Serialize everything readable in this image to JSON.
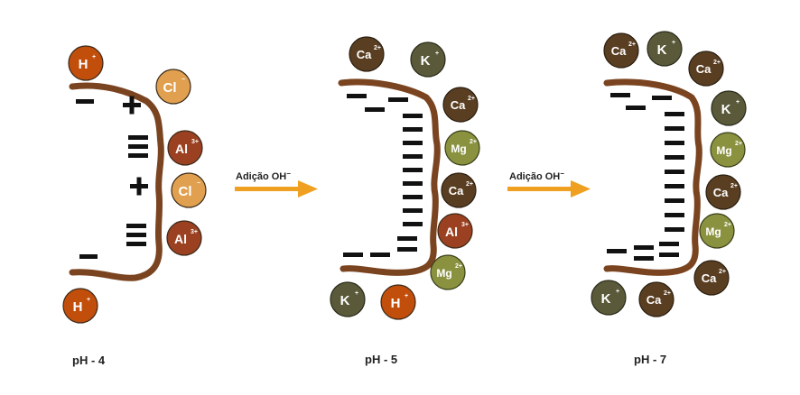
{
  "colors": {
    "surface": "#7a4420",
    "H": "#c24e0c",
    "Cl": "#e0a050",
    "Al": "#9b4020",
    "Ca": "#5a3e22",
    "K": "#5a5a3a",
    "Mg": "#8a9240",
    "arrow": "#f0a020",
    "charge": "#111111"
  },
  "ions": {
    "H": "H",
    "Cl": "Cl",
    "Al": "Al",
    "Ca": "Ca",
    "K": "K",
    "Mg": "Mg"
  },
  "charges": {
    "H": "+",
    "Cl": "−",
    "Al": "3+",
    "Ca": "2+",
    "K": "+",
    "Mg": "2+"
  },
  "arrows": [
    {
      "label": "Adição OH",
      "sup": "−"
    },
    {
      "label": "Adição OH",
      "sup": "−"
    }
  ],
  "panels": [
    {
      "caption": "pH - 4"
    },
    {
      "caption": "pH - 5"
    },
    {
      "caption": "pH - 7"
    }
  ]
}
